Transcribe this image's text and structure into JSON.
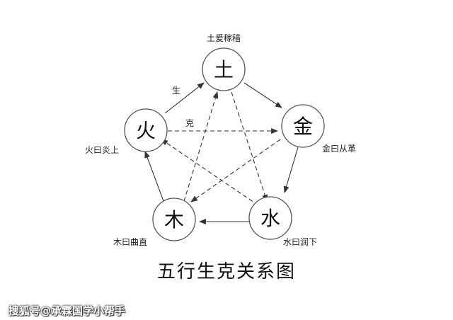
{
  "nodes": {
    "tu": {
      "label": "土",
      "note": "土爰稼穑"
    },
    "jin": {
      "label": "金",
      "note": "金曰从革"
    },
    "shui": {
      "label": "水",
      "note": "水曰润下"
    },
    "mu": {
      "label": "木",
      "note": "木曰曲直"
    },
    "huo": {
      "label": "火",
      "note": "火曰炎上"
    }
  },
  "edge_labels": {
    "generate": "生",
    "overcome": "克"
  },
  "title": "五行生克关系图",
  "watermark": "搜狐号@承霖国学小帮手",
  "colors": {
    "stroke": "#555555",
    "text": "#111111"
  }
}
